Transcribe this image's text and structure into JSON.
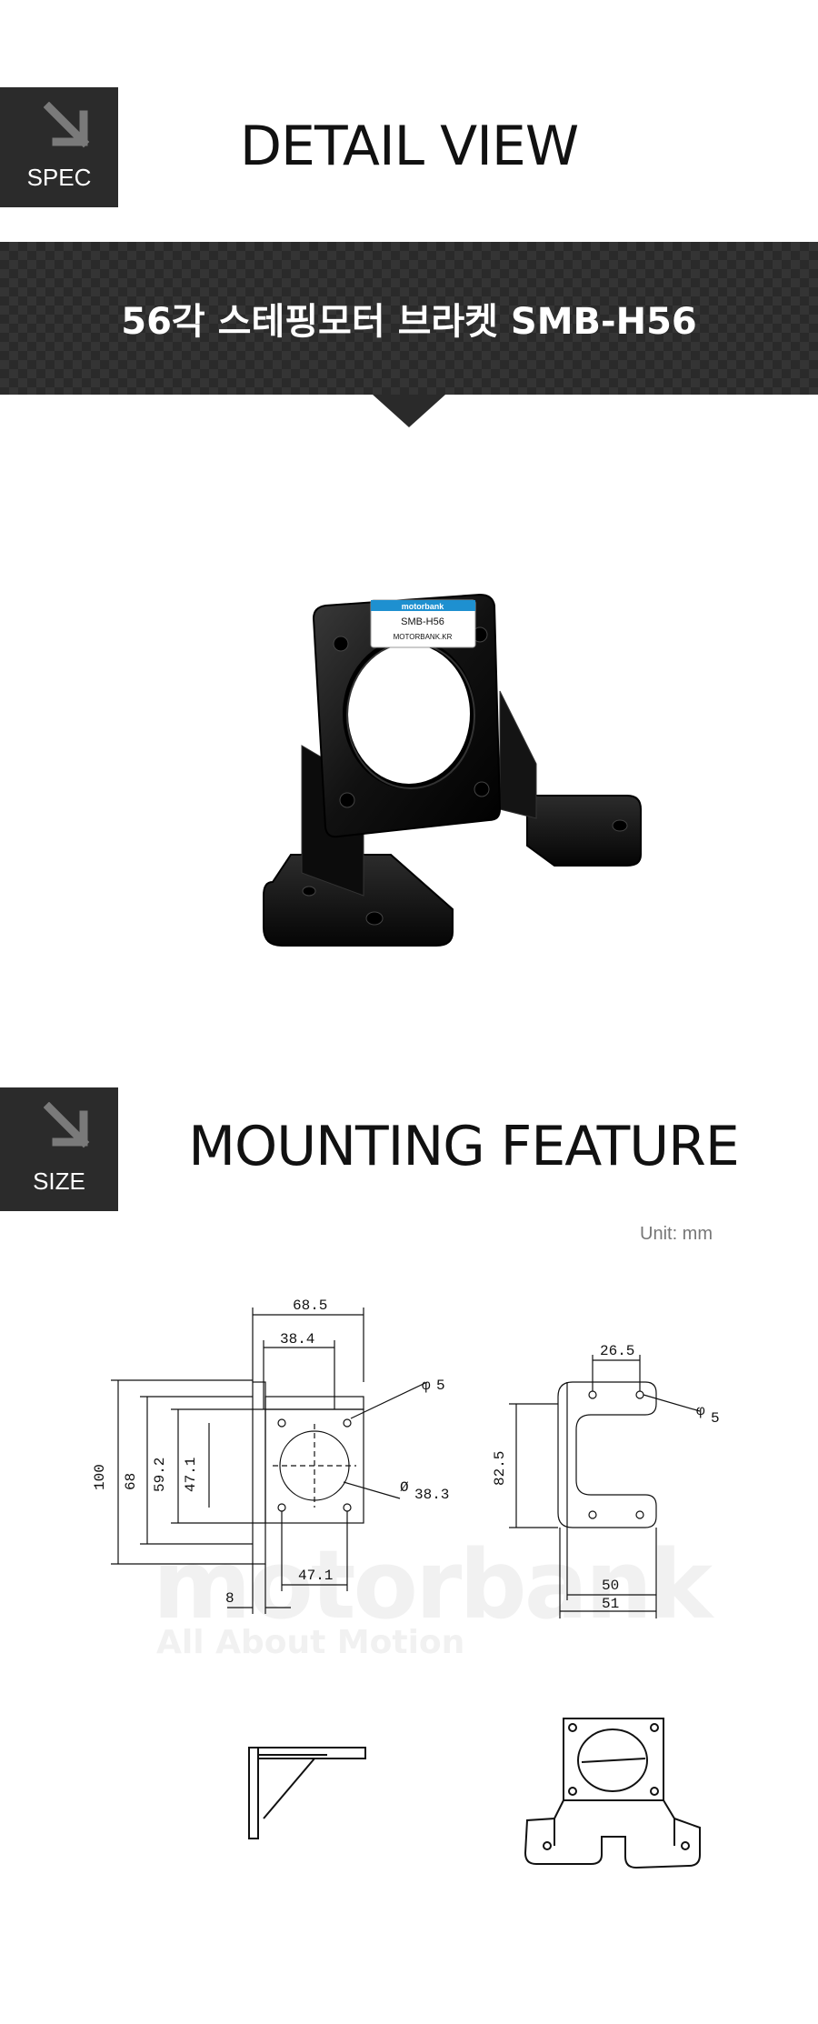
{
  "spec_section": {
    "badge_label": "SPEC",
    "title": "DETAIL VIEW"
  },
  "product_banner": {
    "title": "56각 스테핑모터 브라켓 SMB-H56"
  },
  "product_photo": {
    "label_brand": "motorbank",
    "label_model": "SMB-H56",
    "label_site": "MOTORBANK.KR"
  },
  "size_section": {
    "badge_label": "SIZE",
    "title": "MOUNTING FEATURE",
    "unit": "Unit: mm"
  },
  "watermark": {
    "brand": "motorbank",
    "tagline": "All About Motion"
  },
  "front_drawing": {
    "dim_width_total": "68.5",
    "dim_hole_offset": "38.4",
    "dim_hole_dia": "5",
    "dim_bore_dia": "38.3",
    "dim_height_total": "100",
    "dim_height_plate": "68",
    "dim_bore_height": "59.2",
    "dim_hole_spacing": "47.1",
    "dim_hole_spacing_h": "47.1",
    "dim_thickness": "8",
    "phi": "φ",
    "diameter": "Ø"
  },
  "side_drawing": {
    "dim_top_width": "26.5",
    "dim_hole_dia": "5",
    "dim_height": "82.5",
    "dim_base_inner": "50",
    "dim_base_outer": "51",
    "phi": "φ"
  },
  "colors": {
    "badge_bg": "#2b2b2b",
    "banner_bg": "#2a2a2a",
    "accent_label": "#1e90d0"
  }
}
